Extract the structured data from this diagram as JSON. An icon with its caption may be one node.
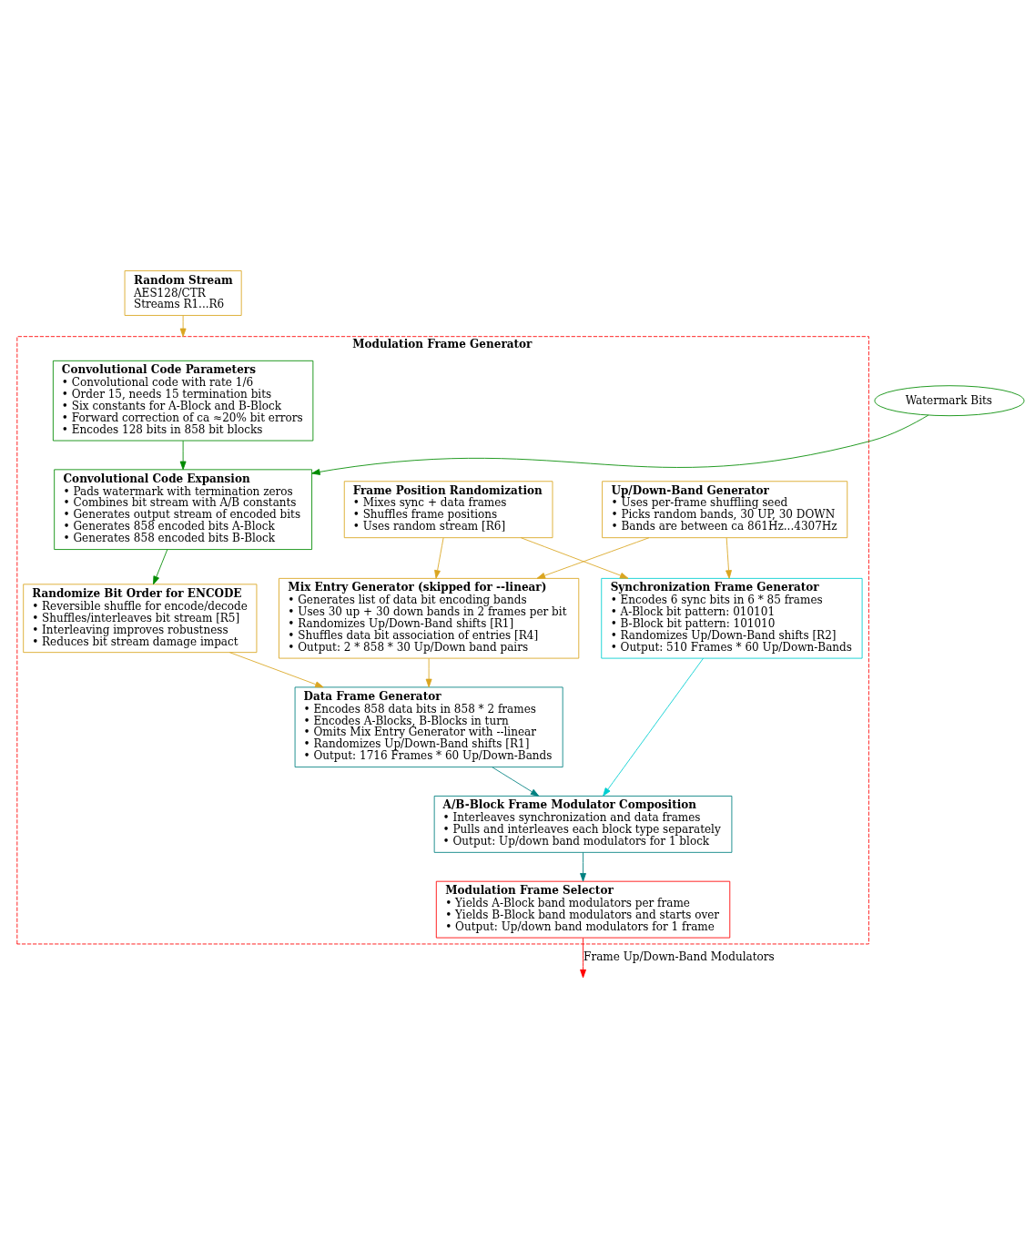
{
  "diagram": {
    "nodes": [
      {
        "text": [
          "Random Stream",
          "AES128/CTR",
          "Streams R1...R6"
        ]
      },
      {
        "text": [
          "Watermark Bits"
        ]
      },
      {
        "text": [
          "Modulation Frame Generator"
        ]
      },
      {
        "text": [
          "Convolutional Code Parameters",
          "• Convolutional code with rate 1/6",
          "• Order 15, needs 15 termination bits",
          "• Six constants for A-Block and B-Block",
          "• Forward correction of ca ≈20% bit errors",
          "• Encodes 128 bits in 858 bit blocks"
        ],
        "in": 2
      },
      {
        "text": [
          "Convolutional Code Expansion",
          "• Pads watermark with termination zeros",
          "• Combines bit stream with A/B constants",
          "• Generates output stream of encoded bits",
          "• Generates 858 encoded bits A-Block",
          "• Generates 858 encoded bits B-Block"
        ],
        "in": 2
      },
      {
        "text": [
          "Frame Position Randomization",
          "• Mixes sync + data frames",
          "• Shuffles frame positions",
          "• Uses random stream [R6]"
        ],
        "in": 2
      },
      {
        "text": [
          "Up/Down-Band Generator",
          "• Uses per-frame shuffling seed",
          "• Picks random bands, 30 UP, 30 DOWN",
          "• Bands are between ca 861Hz...4307Hz"
        ],
        "in": 2
      },
      {
        "text": [
          "Mix Entry Generator (skipped for --linear)",
          "• Generates list of data bit encoding bands",
          "• Uses 30 up + 30 down bands in 2 frames per bit",
          "• Randomizes Up/Down-Band shifts [R1]",
          "• Shuffles data bit association of entries [R4]",
          "• Output: 2 * 858 * 30 Up/Down band pairs"
        ],
        "in": 2
      },
      {
        "text": [
          "Randomize Bit Order for ENCODE",
          "• Reversible shuffle for encode/decode",
          "• Shuffles/interleaves bit stream [R5]",
          "• Interleaving improves robustness",
          "• Reduces bit stream damage impact"
        ],
        "in": 2
      },
      {
        "text": [
          "Synchronization Frame Generator",
          "• Encodes 6 sync bits in 6 * 85 frames",
          "• A-Block bit pattern: 010101",
          "• B-Block bit pattern: 101010",
          "• Randomizes Up/Down-Band shifts [R2]",
          "• Output: 510 Frames * 60 Up/Down-Bands"
        ],
        "in": 2
      },
      {
        "text": [
          "Data Frame Generator",
          "• Encodes 858 data bits in 858 * 2 frames",
          "• Encodes A-Blocks, B-Blocks in turn",
          "• Omits Mix Entry Generator with --linear",
          "• Randomizes Up/Down-Band shifts [R1]",
          "• Output: 1716 Frames * 60 Up/Down-Bands"
        ],
        "in": 2
      },
      {
        "text": [
          "A/B-Block Frame Modulator Composition",
          "• Interleaves synchronization and data frames",
          "• Pulls and interleaves each block type separately",
          "• Output: Up/down band modulators for 1 block"
        ],
        "in": 2
      },
      {
        "text": [
          "Modulation Frame Selector",
          "• Yields A-Block band modulators per frame",
          "• Yields B-Block band modulators and starts over",
          "• Output: Up/down band modulators for 1 frame"
        ],
        "in": 2
      }
    ],
    "edges": [
      {
        "from": 0,
        "to": 2,
        "arrow": "to"
      },
      {
        "from": 1,
        "to": 4,
        "arrow": "to",
        "color": "#008b00"
      },
      {
        "from": 3,
        "to": 4,
        "arrow": "to",
        "color": "#008b00"
      },
      {
        "from": 4,
        "to": 8,
        "arrow": "to",
        "color": "#008b00"
      },
      {
        "from": 5,
        "to": 7,
        "arrow": "to"
      },
      {
        "from": 5,
        "to": 9,
        "arrow": "to"
      },
      {
        "from": 6,
        "to": 7,
        "arrow": "to"
      },
      {
        "from": 6,
        "to": 9,
        "arrow": "to"
      },
      {
        "from": 7,
        "to": 10,
        "arrow": "to"
      },
      {
        "from": 8,
        "to": 10,
        "arrow": "to"
      },
      {
        "from": 9,
        "to": 11,
        "arrow": "to",
        "color": "#00ced1"
      },
      {
        "from": 10,
        "to": 11,
        "arrow": "to",
        "color": "#008080"
      },
      {
        "from": 11,
        "to": 12,
        "arrow": "to",
        "color": "#008080"
      },
      {
        "from": 12,
        "to": null,
        "arrow": "to",
        "color": "#ff0000",
        "label": "Frame Up/Down-Band Modulators"
      }
    ]
  }
}
